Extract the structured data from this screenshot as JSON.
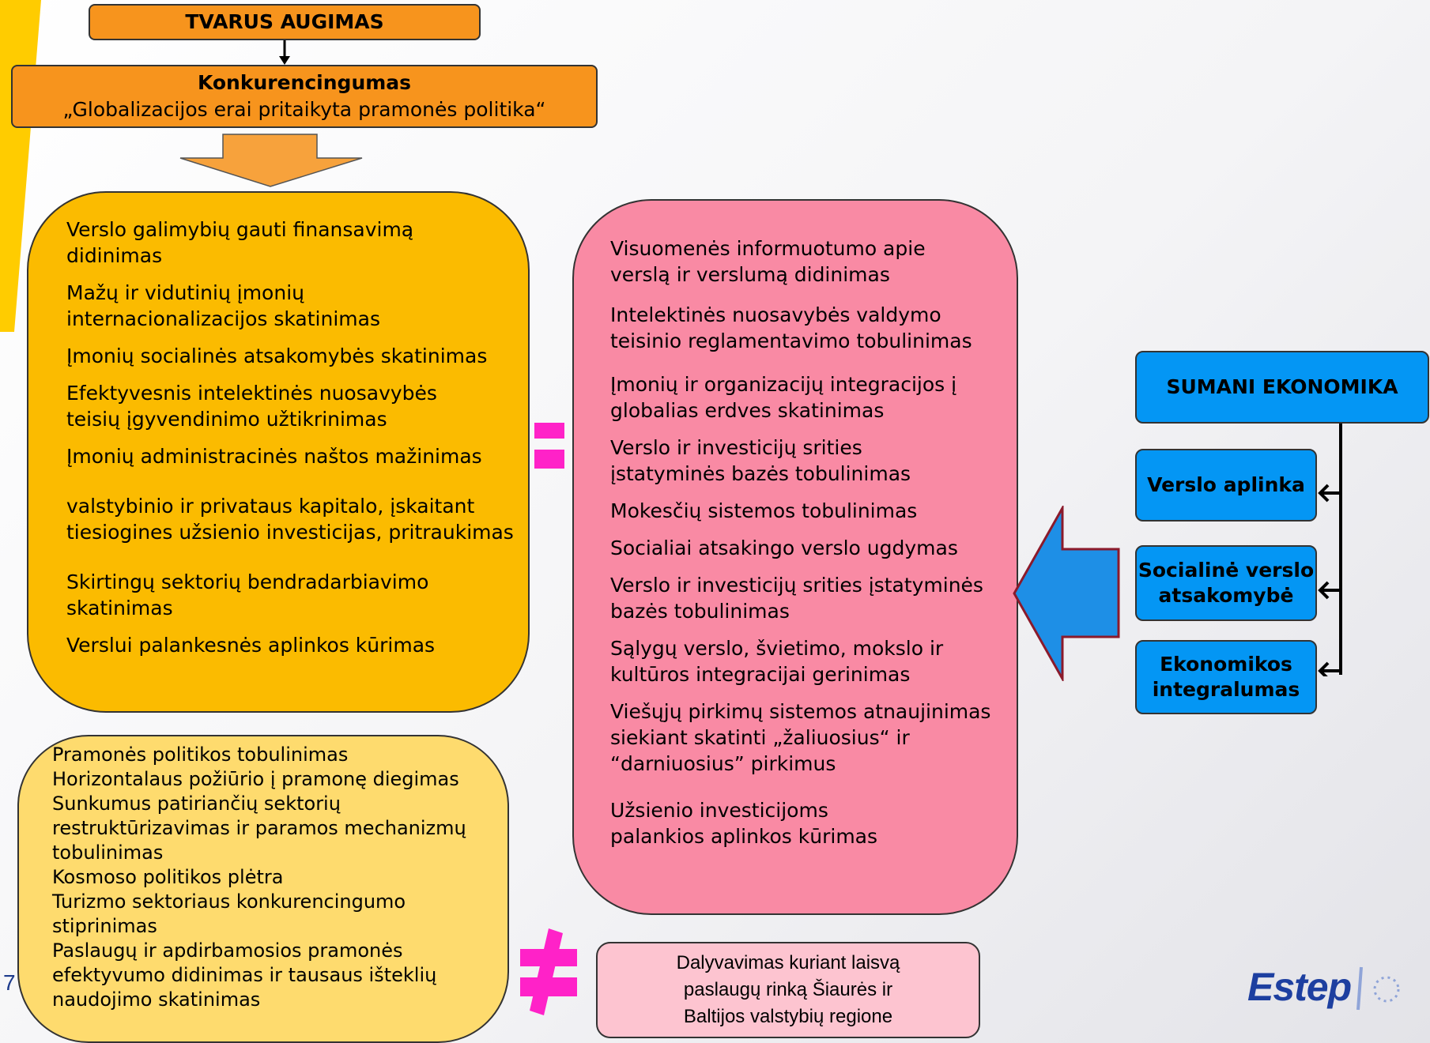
{
  "header": {
    "top_title": "TVARUS  AUGIMAS",
    "mid_title_bold": "Konkurencingumas",
    "mid_title_sub": "„Globalizacijos erai pritaikyta pramonės politika“"
  },
  "orange_bubble": {
    "items": [
      "Verslo galimybių gauti  finansavimą didinimas",
      "Mažų ir vidutinių įmonių internacionalizacijos skatinimas",
      "Įmonių socialinės atsakomybės skatinimas",
      "Efektyvesnis intelektinės nuosavybės teisių įgyvendinimo užtikrinimas",
      "Įmonių administracinės naštos mažinimas",
      "valstybinio ir privataus kapitalo, įskaitant tiesiogines užsienio investicijas, pritraukimas",
      "Skirtingų sektorių bendradarbiavimo skatinimas",
      "Verslui palankesnės aplinkos kūrimas"
    ]
  },
  "pink_bubble": {
    "items": [
      "Visuomenės informuotumo apie verslą ir verslumą didinimas",
      "Intelektinės nuosavybės valdymo teisinio reglamentavimo tobulinimas",
      "Įmonių ir organizacijų integracijos į globalias erdves skatinimas",
      "Verslo ir investicijų srities įstatyminės bazės tobulinimas",
      "Mokesčių sistemos tobulinimas",
      "Socialiai atsakingo verslo ugdymas",
      "Verslo ir investicijų srities įstatyminės bazės tobulinimas",
      "Sąlygų verslo, švietimo, mokslo ir kultūros integracijai gerinimas",
      "Viešųjų pirkimų sistemos atnaujinimas siekiant skatinti „žaliuosius“ ir “darniuosius” pirkimus",
      "Užsienio investicijoms palankios aplinkos kūrimas"
    ]
  },
  "yellow_bubble": {
    "lines": [
      "Pramonės politikos tobulinimas",
      "Horizontalaus požiūrio į pramonę diegimas",
      "Sunkumus patiriančių sektorių",
      "restruktūrizavimas ir paramos mechanizmų",
      "tobulinimas",
      "Kosmoso politikos plėtra",
      "Turizmo sektoriaus konkurencingumo",
      "stiprinimas",
      "Paslaugų ir apdirbamosios pramonės",
      "efektyvumo didinimas ir tausaus išteklių",
      "naudojimo skatinimas"
    ]
  },
  "sumani": {
    "title": "SUMANI  EKONOMIKA",
    "items": [
      "Verslo aplinka",
      "Socialinė verslo atsakomybė",
      "Ekonomikos integralumas"
    ]
  },
  "bottom_pink": {
    "lines": [
      "Dalyvavimas kuriant laisvą",
      "paslaugų rinką Šiaurės ir",
      "Baltijos valstybių regione"
    ]
  },
  "footer": {
    "slide_number": "7",
    "logo_text": "Estep"
  },
  "colors": {
    "orange": "#f7941d",
    "gold": "#fbbb00",
    "pink": "#f98aa4",
    "light_yellow": "#fedb6e",
    "blue": "#0496f4",
    "magenta": "#ff22c8",
    "left_stripe": "#ffcc00"
  }
}
